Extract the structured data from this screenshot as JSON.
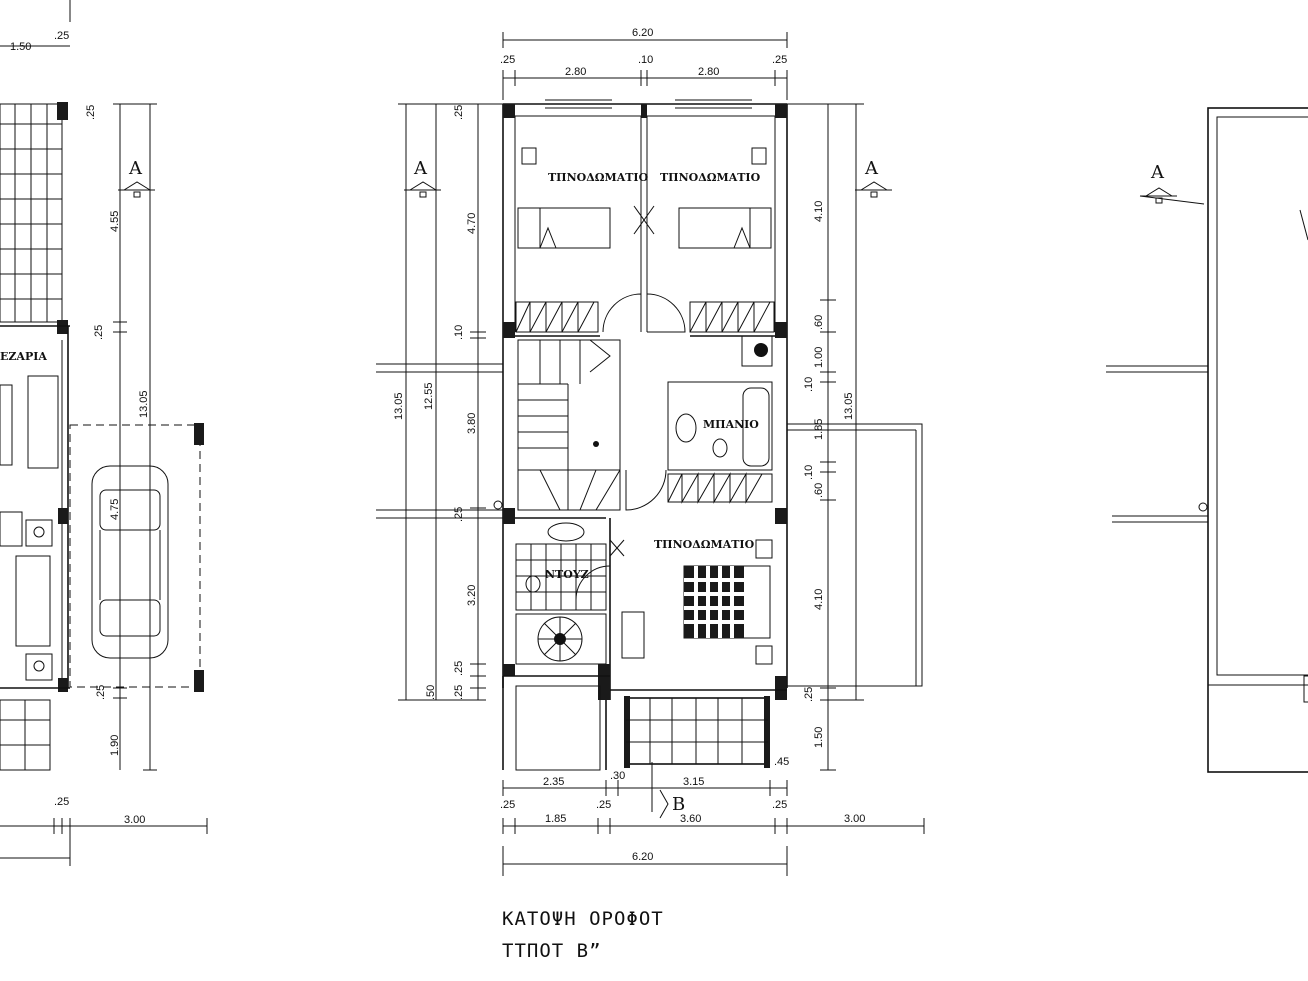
{
  "plan": {
    "title_line1": "ΚΑΤΟΨΗ ΟΡΟΦΟΤ",
    "title_line2": "ΤΤΠΟΤ Β”",
    "section_a": "A",
    "section_b": "B",
    "rooms": {
      "bedroom_1": "ΤΠΝΟΔΩΜΑΤΙΟ",
      "bedroom_2": "ΤΠΝΟΔΩΜΑΤΙΟ",
      "bedroom_3": "ΤΠΝΟΔΩΜΑΤΙΟ",
      "bathroom": "ΜΠΑΝΙΟ",
      "shower": "ΝΤΟΥΖ",
      "left_room_partial": "ΕΖΑΡΙΑ"
    },
    "dims": {
      "top_total": "6.20",
      "top_25a": ".25",
      "top_280a": "2.80",
      "top_10": ".10",
      "top_280b": "2.80",
      "top_25b": ".25",
      "bot_235": "2.35",
      "bot_30": ".30",
      "bot_315": "3.15",
      "bot_45": ".45",
      "bot_25a": ".25",
      "bot_185": "1.85",
      "bot_25b": ".25",
      "bot_360": "3.60",
      "bot_25c": ".25",
      "bot_300": "3.00",
      "bot_total": "6.20",
      "left_1305": "13.05",
      "left_1255": "12.55",
      "left_25a": ".25",
      "left_470": "4.70",
      "left_10": ".10",
      "left_380": "3.80",
      "left_25b": ".25",
      "left_320": "3.20",
      "left_25c": ".25",
      "left_25d": ".25",
      "left_50": ".50",
      "right_410a": "4.10",
      "right_60a": ".60",
      "right_100": "1.00",
      "right_10a": ".10",
      "right_185": "1.85",
      "right_10b": ".10",
      "right_60b": ".60",
      "right_410b": "4.10",
      "right_25": ".25",
      "right_150": "1.50",
      "right_1305": "13.05",
      "gp_150": "1.50",
      "gp_25_top": ".25",
      "gp_25a": ".25",
      "gp_455": "4.55",
      "gp_25b": ".25",
      "gp_1305": "13.05",
      "gp_25c": ".25",
      "gp_190": "1.90",
      "gp_25d": ".25",
      "gp_300": "3.00",
      "gp_car": "4.75"
    }
  }
}
